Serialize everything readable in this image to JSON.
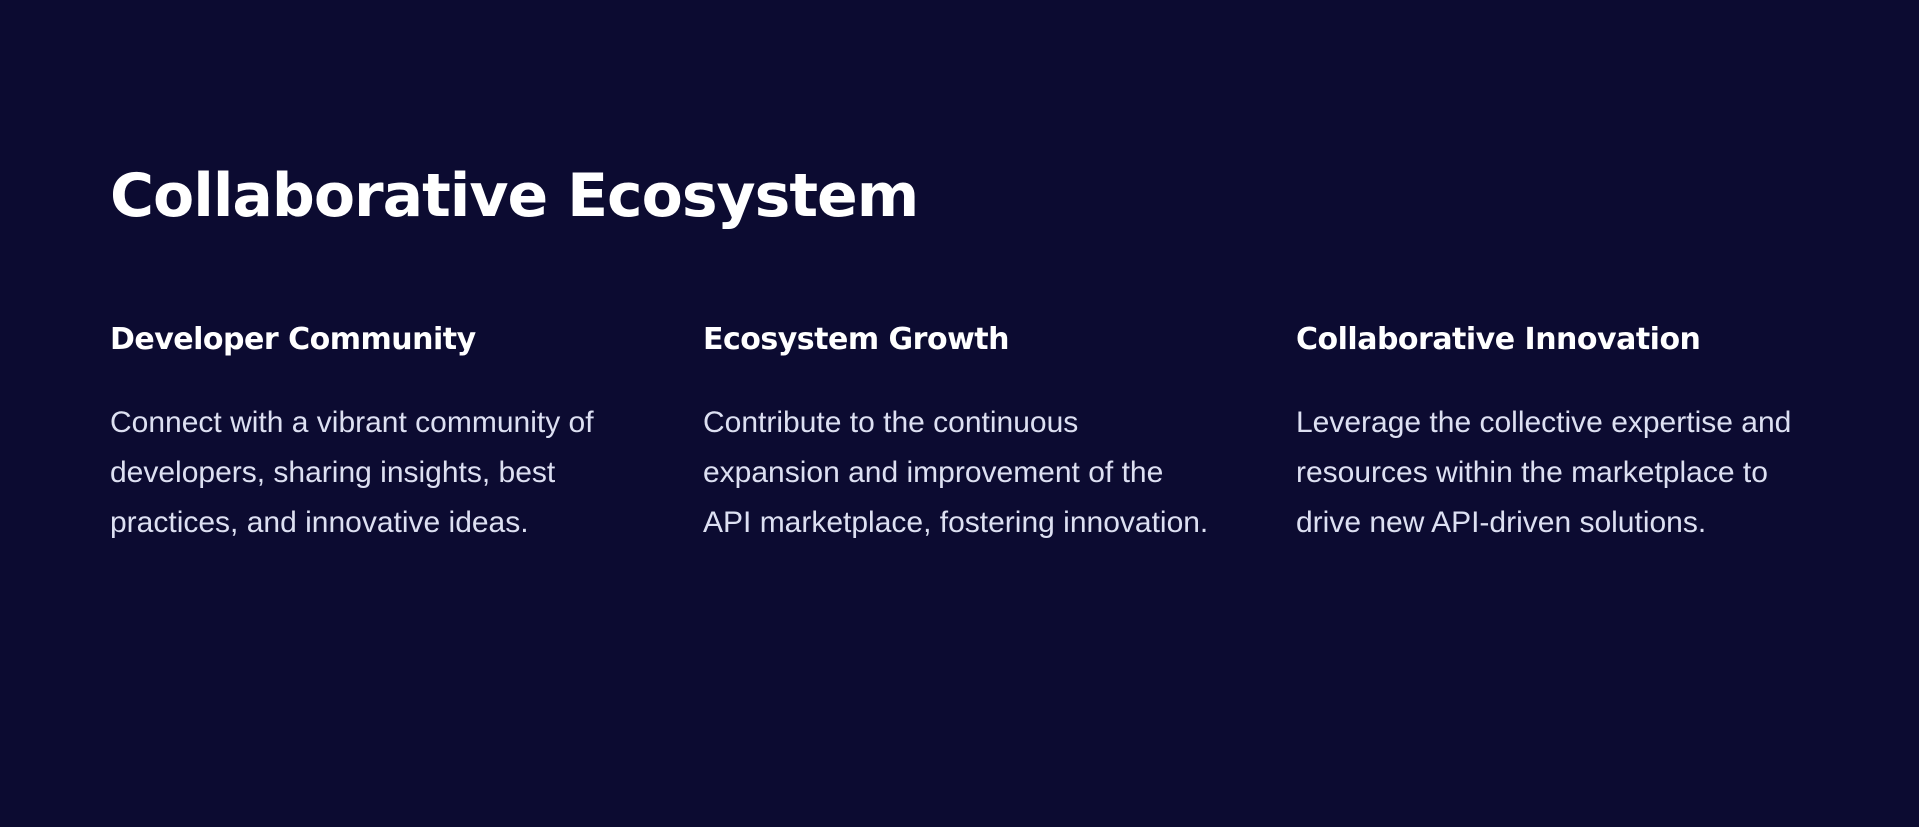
{
  "section": {
    "title": "Collaborative Ecosystem",
    "background_color": "#0c0b31",
    "features": [
      {
        "title": "Developer Community",
        "text": "Connect with a vibrant community of developers, sharing insights, best practices, and innovative ideas."
      },
      {
        "title": "Ecosystem Growth",
        "text": "Contribute to the continuous expansion and improvement of the API marketplace, fostering innovation."
      },
      {
        "title": "Collaborative Innovation",
        "text": "Leverage the collective expertise and resources within the marketplace to drive new API-driven solutions."
      }
    ]
  }
}
